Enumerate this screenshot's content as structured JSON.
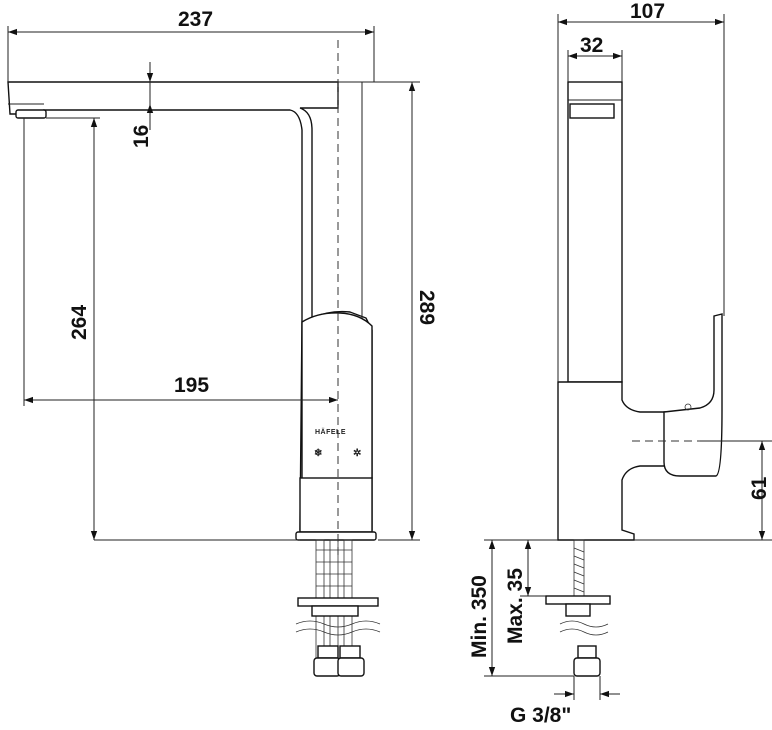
{
  "dimensions": {
    "front_width": "237",
    "spout_height": "16",
    "spout_reach_height": "264",
    "spout_reach": "195",
    "total_height": "289",
    "side_depth": "107",
    "body_depth": "32",
    "handle_height": "61",
    "min_length": "Min. 350",
    "max_thickness": "Max. 35",
    "thread": "G 3/8\""
  },
  "brand_logo_text": "HÄFELE",
  "colors": {
    "line": "#111111",
    "background": "#ffffff"
  }
}
